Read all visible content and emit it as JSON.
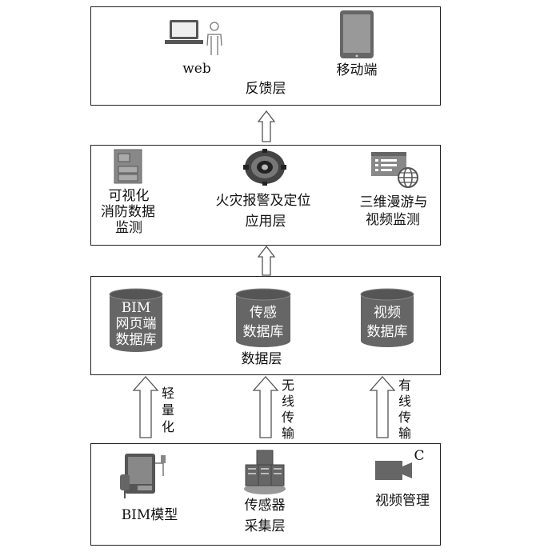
{
  "feedback_layer": {
    "web_label": "web",
    "mobile_label": "移动端",
    "layer_label": "反馈层"
  },
  "application_layer": {
    "visual_monitor_label": [
      "可视化",
      "消防数据",
      "监测"
    ],
    "fire_alarm_label": "火灾报警及定位",
    "layer_label": "应用层",
    "roaming_label": [
      "三维漫游与",
      "视频监测"
    ]
  },
  "data_layer": {
    "bim_db_label": [
      "BIM",
      "网页端",
      "数据库"
    ],
    "sensor_db_label": [
      "传感",
      "数据库"
    ],
    "video_db_label": [
      "视频",
      "数据库"
    ],
    "layer_label": "数据层"
  },
  "arrows": {
    "lightweight_label": [
      "轻",
      "量",
      "化"
    ],
    "wireless_label": [
      "无",
      "线",
      "传",
      "输"
    ],
    "wired_label": [
      "有",
      "线",
      "传",
      "输"
    ]
  },
  "acquisition_layer": {
    "bim_model_label": "BIM模型",
    "sensor_label": [
      "传感器",
      "采集层"
    ],
    "video_mgmt_label": "视频管理",
    "camera_letter": "C"
  }
}
